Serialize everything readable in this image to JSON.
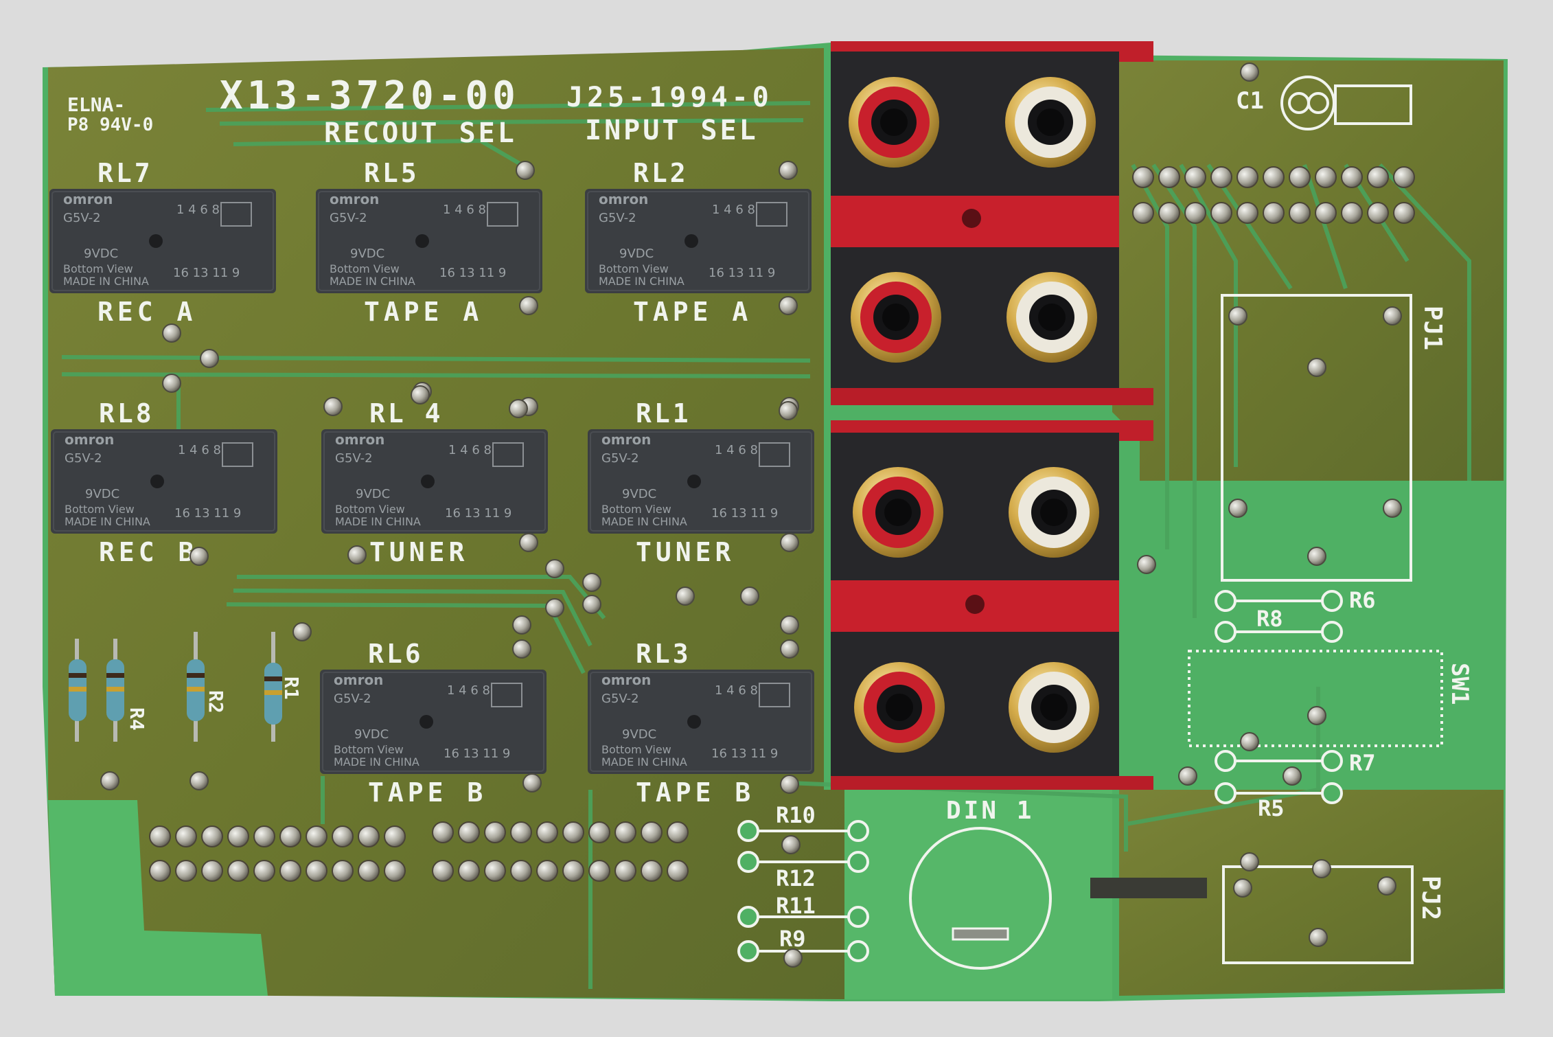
{
  "board": {
    "maker": "ELNA-",
    "rating": "P8 94V-0",
    "part_number": "X13-3720-00",
    "pcb_code": "J25-1994-0",
    "header_recout": "RECOUT SEL",
    "header_input": "INPUT SEL"
  },
  "relay_marking": {
    "brand": "omron",
    "model": "G5V-2",
    "voltage": "9VDC",
    "view": "Bottom View",
    "origin": "MADE IN CHINA",
    "pins_top": "1  4  6  8",
    "pins_bottom": "16 13  11  9"
  },
  "relays": [
    {
      "id": "RL7",
      "caption": "REC A"
    },
    {
      "id": "RL5",
      "caption": "TAPE A"
    },
    {
      "id": "RL2",
      "caption": "TAPE A"
    },
    {
      "id": "RL8",
      "caption": "REC B"
    },
    {
      "id": "RL 4",
      "caption": "TUNER"
    },
    {
      "id": "RL1",
      "caption": "TUNER"
    },
    {
      "id": "RL6",
      "caption": "TAPE B"
    },
    {
      "id": "RL3",
      "caption": "TAPE B"
    }
  ],
  "resistor_labels": [
    "R4",
    "R2",
    "R1",
    "R10",
    "R12",
    "R11",
    "R9",
    "R6",
    "R8",
    "R7",
    "R5"
  ],
  "component_labels": {
    "capacitor": "C1",
    "jack1": "PJ1",
    "jack2": "PJ2",
    "switch": "SW1",
    "din": "DIN 1"
  },
  "colors": {
    "pcb_green": "#4fb064",
    "pcb_olive": "#6e7a33",
    "silkscreen": "#f1f4ee",
    "relay_body": "#3b3e42",
    "rca_red": "#c8202c",
    "rca_white": "#ece8dc",
    "gold": "#c9a244"
  }
}
